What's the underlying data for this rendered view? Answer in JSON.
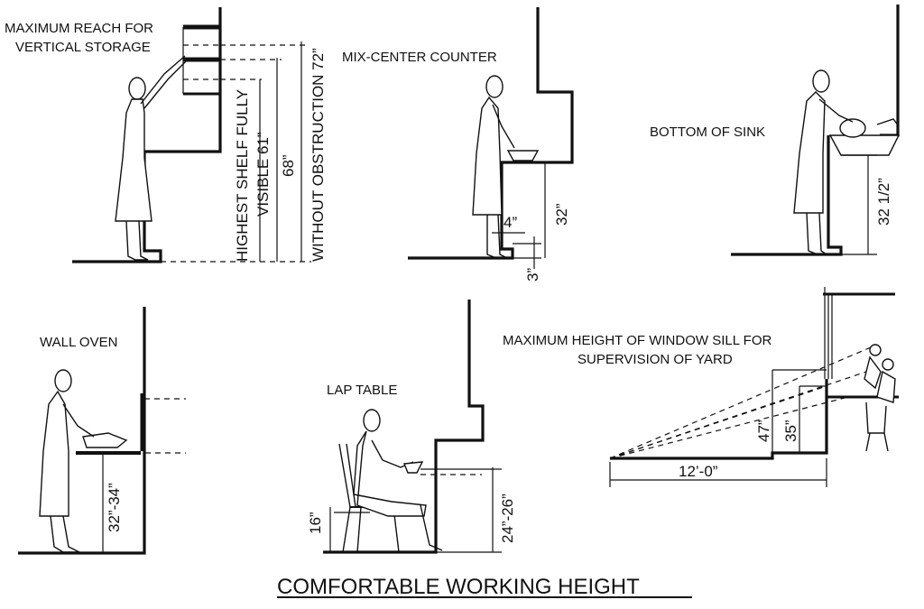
{
  "title": "COMFORTABLE WORKING HEIGHT",
  "panels": {
    "vertical_storage": {
      "label_line1": "MAXIMUM REACH FOR",
      "label_line2": "VERTICAL STORAGE",
      "dim_shelf_line1": "HIGHEST SHELF FULLY",
      "dim_shelf_line2": "VISIBLE  61”",
      "dim_68": "68”",
      "dim_72": "WITHOUT OBSTRUCTION 72”"
    },
    "mix_center": {
      "label": "MIX-CENTER COUNTER",
      "dim_32": "32”",
      "dim_4": "4”",
      "dim_3": "3”"
    },
    "sink": {
      "label": "BOTTOM OF SINK",
      "dim": "32 1/2”"
    },
    "wall_oven": {
      "label": "WALL OVEN",
      "dim": "32”-34”"
    },
    "lap_table": {
      "label": "LAP TABLE",
      "dim_seat": "16”",
      "dim_table": "24”-26”"
    },
    "window": {
      "label_line1": "MAXIMUM HEIGHT OF WINDOW SILL FOR",
      "label_line2": "SUPERVISION OF YARD",
      "dim_47": "47”",
      "dim_35": "35”",
      "dim_12": "12’-0”"
    }
  }
}
